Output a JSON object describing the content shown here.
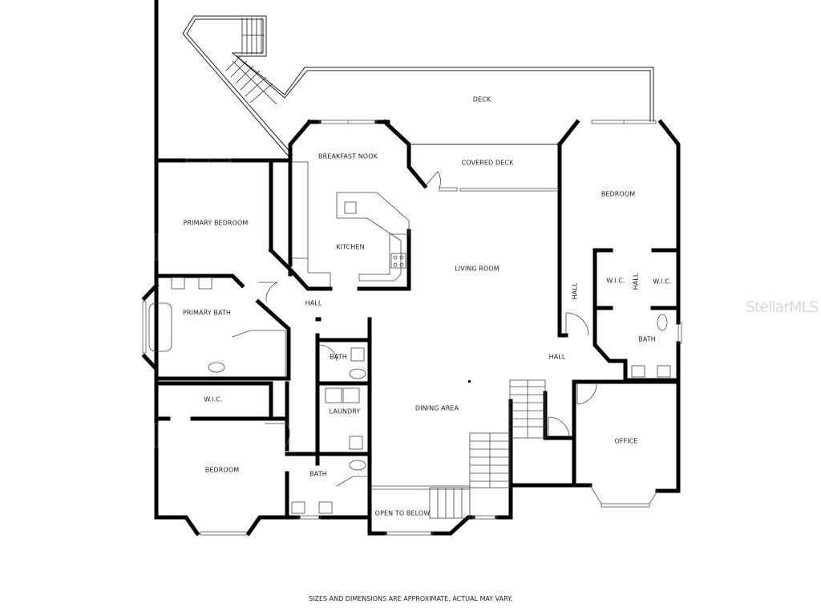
{
  "plan": {
    "rooms": {
      "deck": "DECK",
      "breakfast_nook": "BREAKFAST NOOK",
      "covered_deck": "COVERED DECK",
      "primary_bedroom": "PRIMARY BEDROOM",
      "kitchen": "KITCHEN",
      "living_room": "LIVING ROOM",
      "bedroom_east": "BEDROOM",
      "wic_east_1": "W.I.C.",
      "hall_east_vertical": "HALL",
      "wic_east_2": "W.I.C.",
      "hall_bedroom_vertical": "HALL",
      "primary_bath": "PRIMARY BATH",
      "hall_center": "HALL",
      "bath_center": "BATH",
      "bath_east": "BATH",
      "hall_east": "HALL",
      "wic_west": "W.I.C.",
      "laundry": "LAUNDRY",
      "dining_area": "DINING AREA",
      "office": "OFFICE",
      "bedroom_west": "BEDROOM",
      "bath_south": "BATH",
      "open_to_below": "OPEN TO BELOW"
    },
    "footer_note": "SIZES AND DIMENSIONS ARE APPROXIMATE, ACTUAL MAY VARY.",
    "watermark": "StellarMLS"
  }
}
